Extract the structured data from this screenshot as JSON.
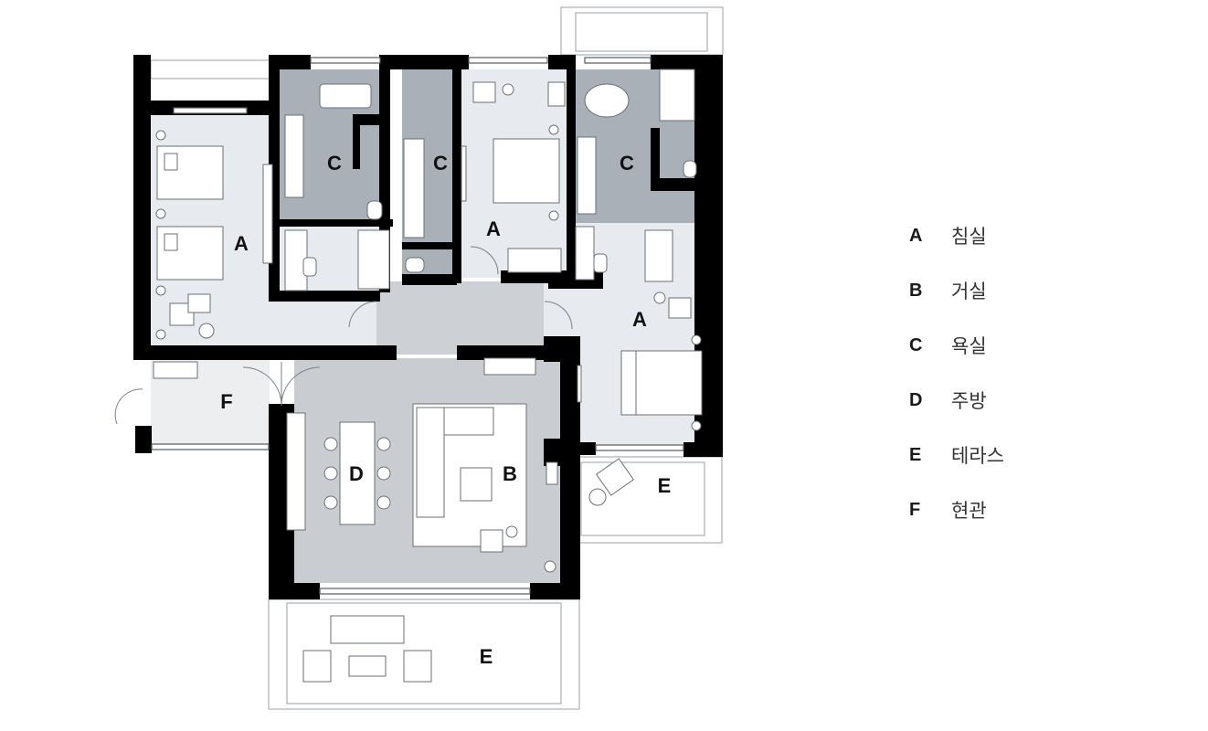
{
  "colors": {
    "wall": "#000000",
    "bedroom_floor": "#e7eaee",
    "bath_floor": "#a9b0b8",
    "hall_floor": "#cdd0d4",
    "living_floor": "#c9ccd0",
    "entry_floor": "#eceef0",
    "terrace_floor": "#ffffff",
    "furniture_stroke": "#6b7076"
  },
  "plan": {
    "labels": {
      "bedroom_left": "A",
      "bedroom_center": "A",
      "bedroom_right": "A",
      "bath_left": "C",
      "bath_center": "C",
      "bath_right": "C",
      "living": "B",
      "kitchen": "D",
      "entry": "F",
      "terrace_right": "E",
      "terrace_bottom": "E"
    }
  },
  "legend": {
    "items": [
      {
        "letter": "A",
        "label": "침실"
      },
      {
        "letter": "B",
        "label": "거실"
      },
      {
        "letter": "C",
        "label": "욕실"
      },
      {
        "letter": "D",
        "label": "주방"
      },
      {
        "letter": "E",
        "label": "테라스"
      },
      {
        "letter": "F",
        "label": "현관"
      }
    ]
  }
}
